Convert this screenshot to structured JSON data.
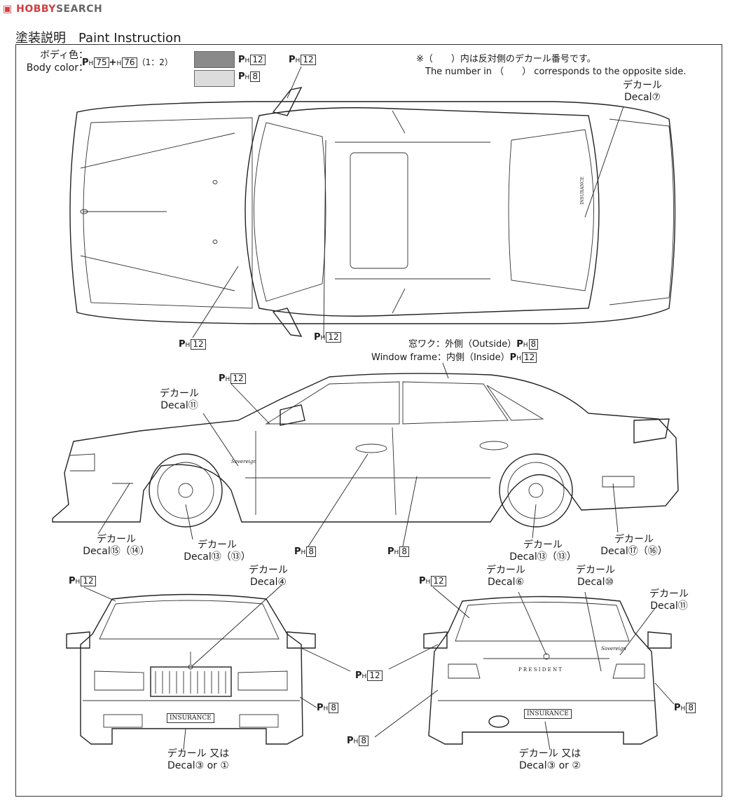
{
  "header": {
    "logo_brand": "HOBBY",
    "logo_rest": "SEARCH"
  },
  "title": "塗装説明　Paint Instruction",
  "body_color": {
    "label_ja": "ボディ色：",
    "label_en": "Body color：",
    "ph1": "75",
    "ph2": "76",
    "ratio": "（1：2）"
  },
  "swatches": [
    {
      "code": "12",
      "color": "#8a8a8a"
    },
    {
      "code": "8",
      "color": "#dcdcdc"
    }
  ],
  "top_ph": "12",
  "note": {
    "ja": "※（　　）内は反対側のデカール番号です。",
    "en": "The number in （　　） corresponds to the opposite side."
  },
  "window_frame": {
    "ja": "窓ワク：外側（Outside）",
    "ja_code": "8",
    "en": "Window frame：内側（Inside）",
    "en_code": "12"
  },
  "decal_word_ja": "デカール",
  "decal_word_en": "Decal",
  "decals": {
    "d7": "⑦",
    "d11": "⑪",
    "d15": "⑮（⑭）",
    "d13a": "⑬（⑬）",
    "d13b": "⑬（⑬）",
    "d17": "⑰（⑯）",
    "d4": "④",
    "d6": "⑥",
    "d10": "⑩",
    "d11r": "⑪",
    "d3a": "③",
    "d3b": "③"
  },
  "decal_or": {
    "ja": "又は",
    "en": "or",
    "one": "①",
    "two": "②"
  },
  "codes": {
    "p12": "12",
    "p8": "8"
  },
  "car_text": {
    "insurance": "INSURANCE",
    "president": "P R E S I D E N T",
    "sovereign": "Sovereign"
  }
}
